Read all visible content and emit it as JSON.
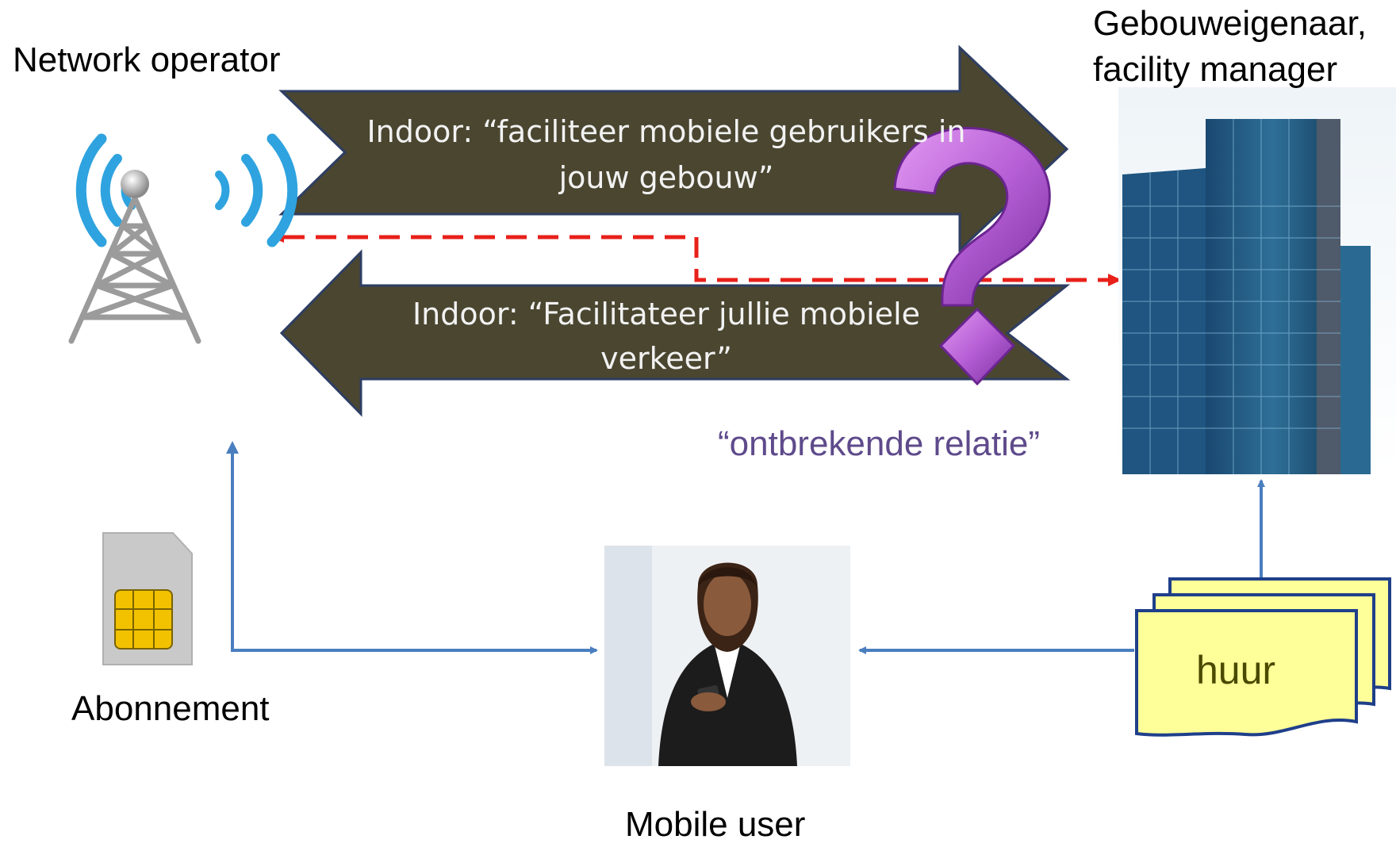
{
  "labels": {
    "network_operator": "Network operator",
    "building_owner_line1": "Gebouweigenaar,",
    "building_owner_line2": "facility manager",
    "subscription": "Abonnement",
    "mobile_user": "Mobile user"
  },
  "arrows": {
    "top_line1": "Indoor: “faciliteer mobiele gebruikers in",
    "top_line2": "jouw gebouw”",
    "bottom_line1": "Indoor: “Facilitateer jullie mobiele",
    "bottom_line2": "verkeer”"
  },
  "missing_relation": "“ontbrekende relatie”",
  "lease": "huur",
  "icons": [
    "antenna-tower-icon",
    "sim-card-icon",
    "building-icon",
    "mobile-user-photo",
    "question-mark-icon",
    "lease-documents-icon"
  ],
  "colors": {
    "arrow_fill": "#4a4630",
    "arrow_stroke": "#2e3e63",
    "connector_blue": "#4a7ebf",
    "dashed_red": "#e8201a",
    "question_purple": "#b65fd6",
    "relation_text": "#5e4a8b",
    "lease_yellow": "#ffff99"
  }
}
